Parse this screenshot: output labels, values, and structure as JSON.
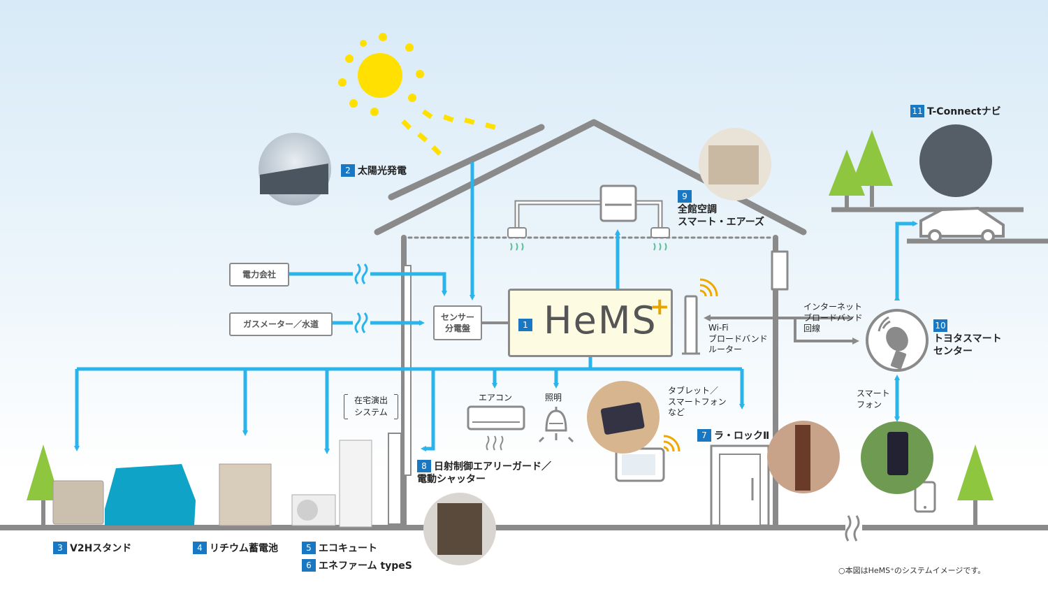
{
  "hems": {
    "num": "1",
    "text": "HeMS",
    "plus": "+"
  },
  "items": {
    "solar": {
      "num": "2",
      "label": "太陽光発電"
    },
    "v2h": {
      "num": "3",
      "label": "V2Hスタンド"
    },
    "battery": {
      "num": "4",
      "label": "リチウム蓄電池"
    },
    "ecocute": {
      "num": "5",
      "label": "エコキュート"
    },
    "enefarm": {
      "num": "6",
      "label": "エネファーム typeS"
    },
    "lalock": {
      "num": "7",
      "label": "ラ・ロックⅡ"
    },
    "shutter": {
      "num": "8",
      "line1": "日射制御エアリーガード／",
      "line2": "電動シャッター"
    },
    "aircon_sys": {
      "num": "9",
      "line1": "全館空調",
      "line2": "スマート・エアーズ"
    },
    "smart_center": {
      "num": "10",
      "line1": "トヨタスマート",
      "line2": "センター"
    },
    "tconnect": {
      "num": "11",
      "label": "T-Connectナビ"
    }
  },
  "boxes": {
    "power_company": "電力会社",
    "gas_water": "ガスメーター／水道",
    "sensor_line1": "センサー",
    "sensor_line2": "分電盤"
  },
  "labels": {
    "aircon": "エアコン",
    "lighting": "照明",
    "tablet_line1": "タブレット／",
    "tablet_line2": "スマートフォン",
    "tablet_line3": "など",
    "router_line1": "Wi-Fi",
    "router_line2": "ブロードバンド",
    "router_line3": "ルーター",
    "internet_line1": "インターネット",
    "internet_line2": "ブロードバンド",
    "internet_line3": "回線",
    "smartphone_line1": "スマート",
    "smartphone_line2": "フォン",
    "presence_line1": "在宅演出",
    "presence_line2": "システム"
  },
  "note": "○本図はHeMS⁺のシステムイメージです。",
  "colors": {
    "accent": "#1a78c2",
    "flow": "#2ab4ea",
    "house": "#8a8a8a",
    "sun": "#ffe000",
    "tree": "#8ec63f"
  }
}
